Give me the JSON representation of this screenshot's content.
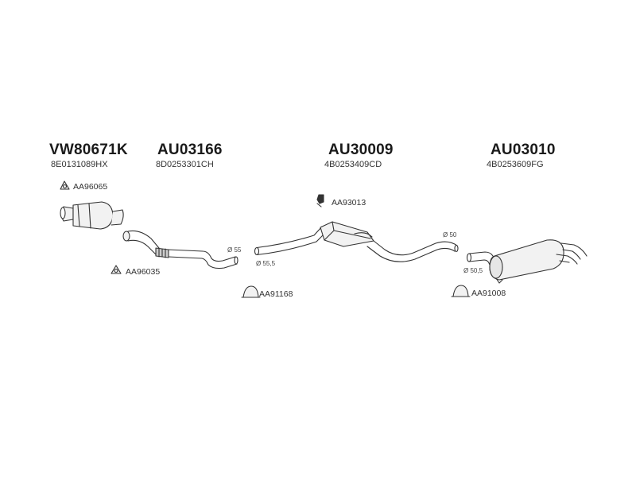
{
  "main_parts": [
    {
      "code": "VW80671K",
      "oem": "8E0131089HX"
    },
    {
      "code": "AU03166",
      "oem": "8D0253301CH"
    },
    {
      "code": "AU30009",
      "oem": "4B0253409CD"
    },
    {
      "code": "AU03010",
      "oem": "4B0253609FG"
    }
  ],
  "accessories": [
    "AA96065",
    "AA96035",
    "AA93013",
    "AA91168",
    "AA91008"
  ],
  "diameters": [
    "Ø 55",
    "Ø 55,5",
    "Ø 50",
    "Ø 50,5"
  ],
  "colors": {
    "line": "#333333",
    "fill": "#f2f2f2",
    "shade": "#cccccc"
  }
}
